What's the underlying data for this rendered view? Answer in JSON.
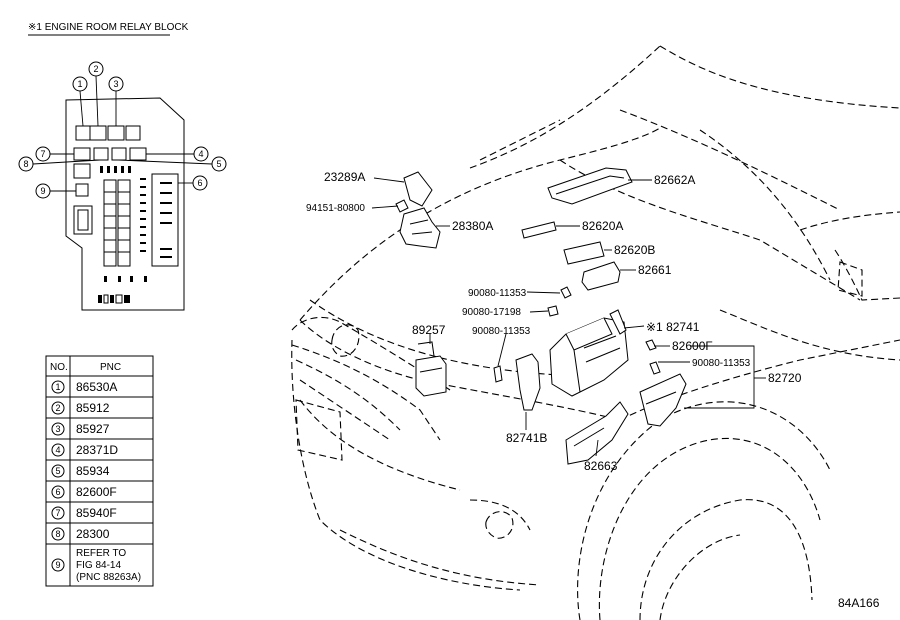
{
  "relay_block": {
    "title": "※1 ENGINE ROOM RELAY BLOCK",
    "callouts": [
      "1",
      "2",
      "3",
      "4",
      "5",
      "6",
      "7",
      "8",
      "9"
    ]
  },
  "table": {
    "header_no": "NO.",
    "header_pnc": "PNC",
    "rows": [
      {
        "no": "1",
        "pnc": [
          "86530A"
        ]
      },
      {
        "no": "2",
        "pnc": [
          "85912"
        ]
      },
      {
        "no": "3",
        "pnc": [
          "85927"
        ]
      },
      {
        "no": "4",
        "pnc": [
          "28371D"
        ]
      },
      {
        "no": "5",
        "pnc": [
          "85934"
        ]
      },
      {
        "no": "6",
        "pnc": [
          "82600F"
        ]
      },
      {
        "no": "7",
        "pnc": [
          "85940F"
        ]
      },
      {
        "no": "8",
        "pnc": [
          "28300"
        ]
      },
      {
        "no": "9",
        "pnc": [
          "REFER TO",
          "FIG 84-14",
          "(PNC 88263A)"
        ]
      }
    ]
  },
  "parts": {
    "p23289A": "23289A",
    "p94151": "94151-80800",
    "p28380A": "28380A",
    "p82662A": "82662A",
    "p82620A": "82620A",
    "p82620B": "82620B",
    "p82661": "82661",
    "p90080_top": "90080-11353",
    "p90080_17198": "90080-17198",
    "p90080_mid": "90080-11353",
    "p82741": "※1 82741",
    "p82600F": "82600F",
    "p90080_right": "90080-11353",
    "p82720": "82720",
    "p89257": "89257",
    "p82741B": "82741B",
    "p82663": "82663"
  },
  "figure_code": "84A166"
}
